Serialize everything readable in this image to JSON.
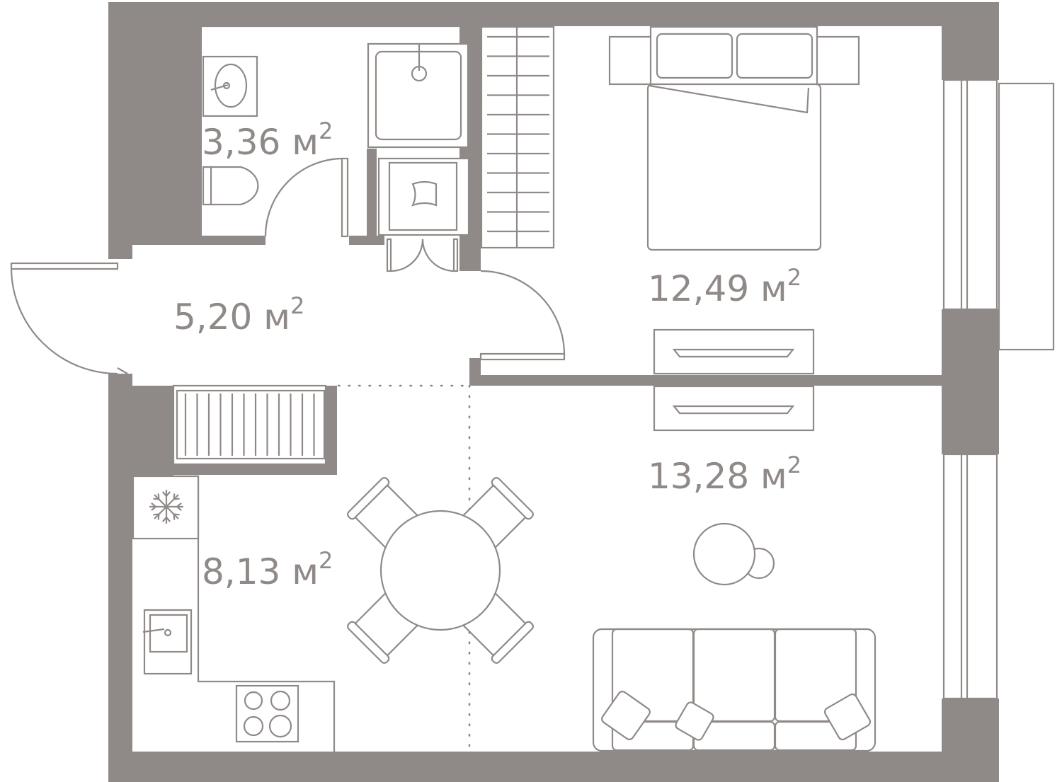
{
  "plan": {
    "unit": "м",
    "unit_power": "2",
    "colors": {
      "wall": "#8f8a87",
      "line": "#8f8a87",
      "background": "#ffffff"
    },
    "rooms": [
      {
        "id": "bathroom",
        "area": "3,36"
      },
      {
        "id": "hallway",
        "area": "5,20"
      },
      {
        "id": "bedroom",
        "area": "12,49"
      },
      {
        "id": "living-room",
        "area": "13,28"
      },
      {
        "id": "kitchen",
        "area": "8,13"
      }
    ],
    "furniture_icons": [
      "washbasin-icon",
      "toilet-icon",
      "shower-icon",
      "washing-machine-icon",
      "wardrobe-icon",
      "double-bed-icon",
      "chest-of-drawers-icon",
      "tv-stand-icon",
      "radiator-icon",
      "fridge-icon",
      "kitchen-sink-icon",
      "cooktop-icon",
      "dining-table-icon",
      "coffee-table-icon",
      "sofa-icon",
      "window-icon",
      "door-icon"
    ]
  }
}
